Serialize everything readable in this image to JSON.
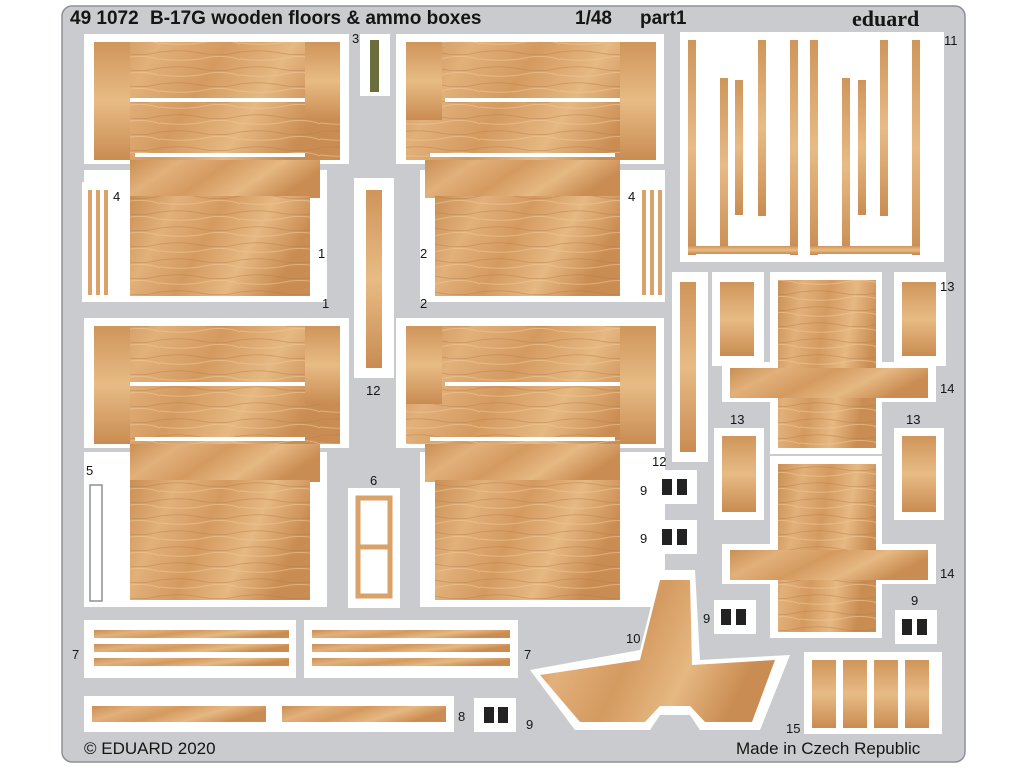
{
  "header": {
    "code": "49 1072",
    "title": "B-17G wooden floors & ammo boxes",
    "scale": "1/48",
    "part": "part1",
    "brand": "eduard"
  },
  "footer": {
    "copyright": "© EDUARD 2020",
    "origin": "Made in Czech Republic"
  },
  "part_numbers": [
    "1",
    "1",
    "2",
    "2",
    "3",
    "4",
    "4",
    "5",
    "6",
    "7",
    "7",
    "8",
    "9",
    "9",
    "9",
    "9",
    "9",
    "10",
    "11",
    "12",
    "12",
    "13",
    "13",
    "13",
    "14",
    "14",
    "15"
  ],
  "colors": {
    "fret": "#c9cbce",
    "fret_edge": "#8e9195",
    "background": "#ffffff",
    "wood": "#d9a269",
    "wood_dark": "#b9834e",
    "wood_light": "#e9bd86",
    "ammo_part": "#6b6d3a"
  }
}
